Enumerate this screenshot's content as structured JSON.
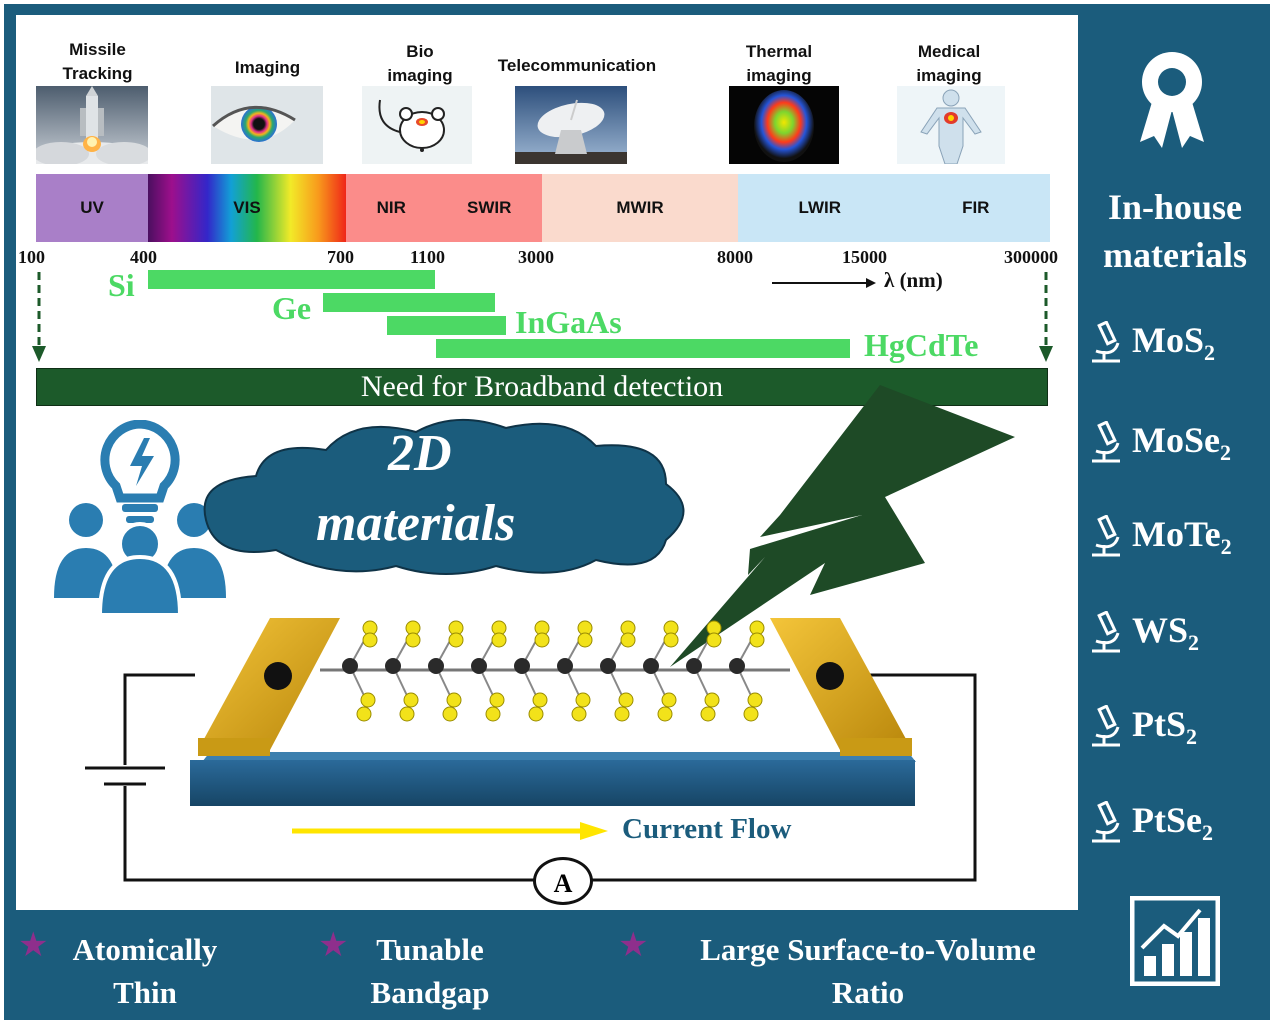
{
  "applications": [
    {
      "label": "Missile\nTracking"
    },
    {
      "label": "Imaging"
    },
    {
      "label": "Bio\nimaging"
    },
    {
      "label": "Telecommunication"
    },
    {
      "label": "Thermal\nimaging"
    },
    {
      "label": "Medical\nimaging"
    }
  ],
  "spectrum": {
    "bands": [
      "UV",
      "VIS",
      "NIR",
      "SWIR",
      "MWIR",
      "LWIR",
      "FIR"
    ],
    "ticks": [
      "100",
      "400",
      "700",
      "1100",
      "3000",
      "8000",
      "15000",
      "300000"
    ],
    "axis_label": "λ (nm)",
    "colors": {
      "UV": "#a97fc8",
      "NIR": "#fb8c8a",
      "MWIR": "#fadacd",
      "LWIR": "#c9e6f6"
    }
  },
  "materials_range": [
    {
      "name": "Si",
      "from": "400",
      "to": "1100"
    },
    {
      "name": "Ge",
      "from": "700",
      "to": "1800"
    },
    {
      "name": "InGaAs",
      "from": "900",
      "to": "1900"
    },
    {
      "name": "HgCdTe",
      "from": "1100",
      "to": "15000"
    }
  ],
  "need_banner": "Need for Broadband detection",
  "cloud_text": [
    "2D",
    "materials"
  ],
  "device": {
    "current_label": "Current Flow",
    "ammeter": "A"
  },
  "sidebar": {
    "title": "In-house materials",
    "materials": [
      {
        "base": "MoS",
        "sub": "2"
      },
      {
        "base": "MoSe",
        "sub": "2"
      },
      {
        "base": "MoTe",
        "sub": "2"
      },
      {
        "base": "WS",
        "sub": "2"
      },
      {
        "base": "PtS",
        "sub": "2"
      },
      {
        "base": "PtSe",
        "sub": "2"
      }
    ]
  },
  "features": [
    "Atomically Thin",
    "Tunable Bandgap",
    "Large Surface-to-Volume Ratio"
  ],
  "palette": {
    "frame": "#1b5c7c",
    "green": "#4cd964",
    "banner": "#1c5a2a",
    "star": "#8e2f8c",
    "bolt": "#1e4a26"
  }
}
